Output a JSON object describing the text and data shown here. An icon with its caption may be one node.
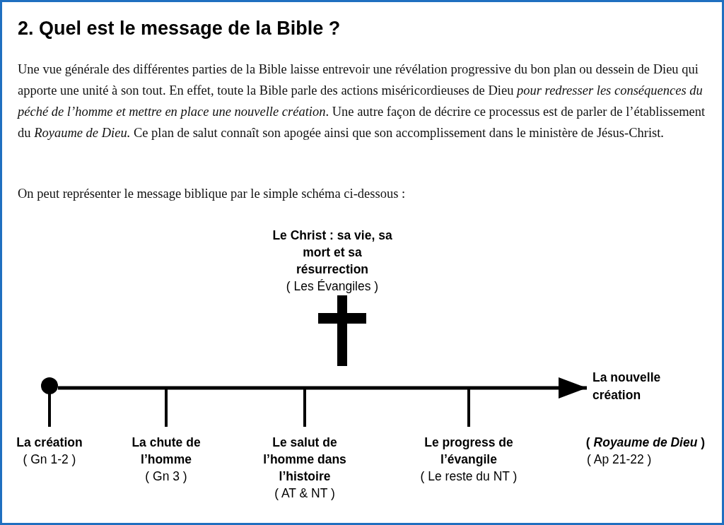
{
  "diagram": {
    "title": "2. Quel est le message de la Bible ?",
    "nodes": [
      {
        "text": [],
        "shape": "circle"
      },
      {
        "text": [
          "La nouvelle création"
        ]
      }
    ],
    "edges": [
      {
        "from": 0,
        "to": 1,
        "arrow": "to"
      }
    ],
    "labels": [
      "Une vue générale des différentes parties de la Bible laisse entrevoir une révélation progressive du bon plan ou dessein de Dieu qui apporte une unité à son tout. En effet, toute la Bible parle des actions miséricordieuses de Dieu *pour redresser les conséquences du péché de l’homme et mettre en place une nouvelle création*. Une autre façon de décrire ce processus est de parler de l’établissement du *Royaume de Dieu.* Ce plan de salut connaît son apogée ainsi que son accomplissement dans le ministère de Jésus-Christ.",
      "On peut représenter le message biblique par le simple schéma ci-dessous :",
      "Le Christ : sa vie, sa mort et sa résurrection",
      "( Les Évangiles )",
      "La création",
      "( Gn 1-2 )",
      "La chute de l’homme",
      "( Gn 3 )",
      "Le salut de l’homme dans l’histoire",
      "( AT & NT )",
      "Le progress de l’évangile",
      "( Le reste du NT )",
      "( *Royaume de Dieu* )",
      "( Ap 21-22 )"
    ]
  }
}
